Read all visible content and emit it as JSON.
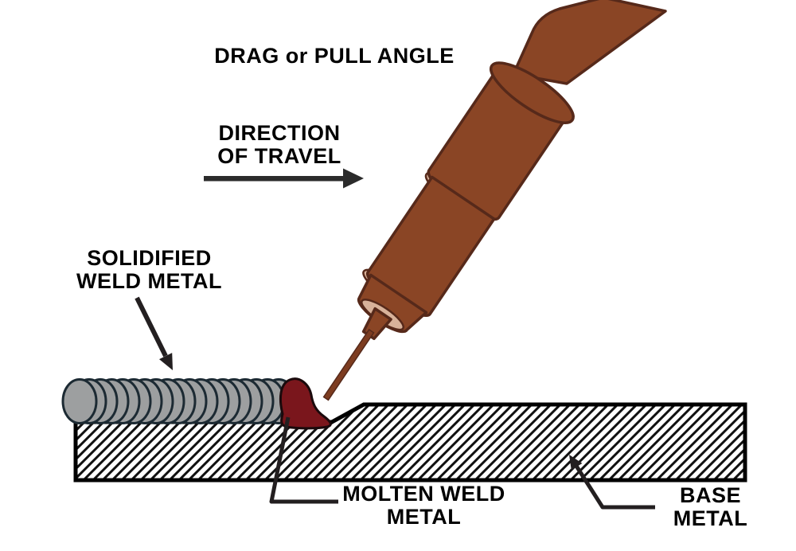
{
  "diagram": {
    "title": "DRAG or PULL ANGLE",
    "labels": {
      "direction_of_travel": "DIRECTION\nOF TRAVEL",
      "solidified_weld_metal": "SOLIDIFIED\nWELD METAL",
      "molten_weld_metal": "MOLTEN WELD\nMETAL",
      "base_metal": "BASE\nMETAL"
    },
    "colors": {
      "torch_brown": "#8a4525",
      "torch_outline": "#56291a",
      "nozzle_tan": "#d8b29a",
      "weld_bead_gray": "#9d9fa0",
      "bead_outline": "#1c2a33",
      "molten_red": "#7a161c",
      "line_black": "#231f20",
      "background": "#ffffff"
    }
  }
}
